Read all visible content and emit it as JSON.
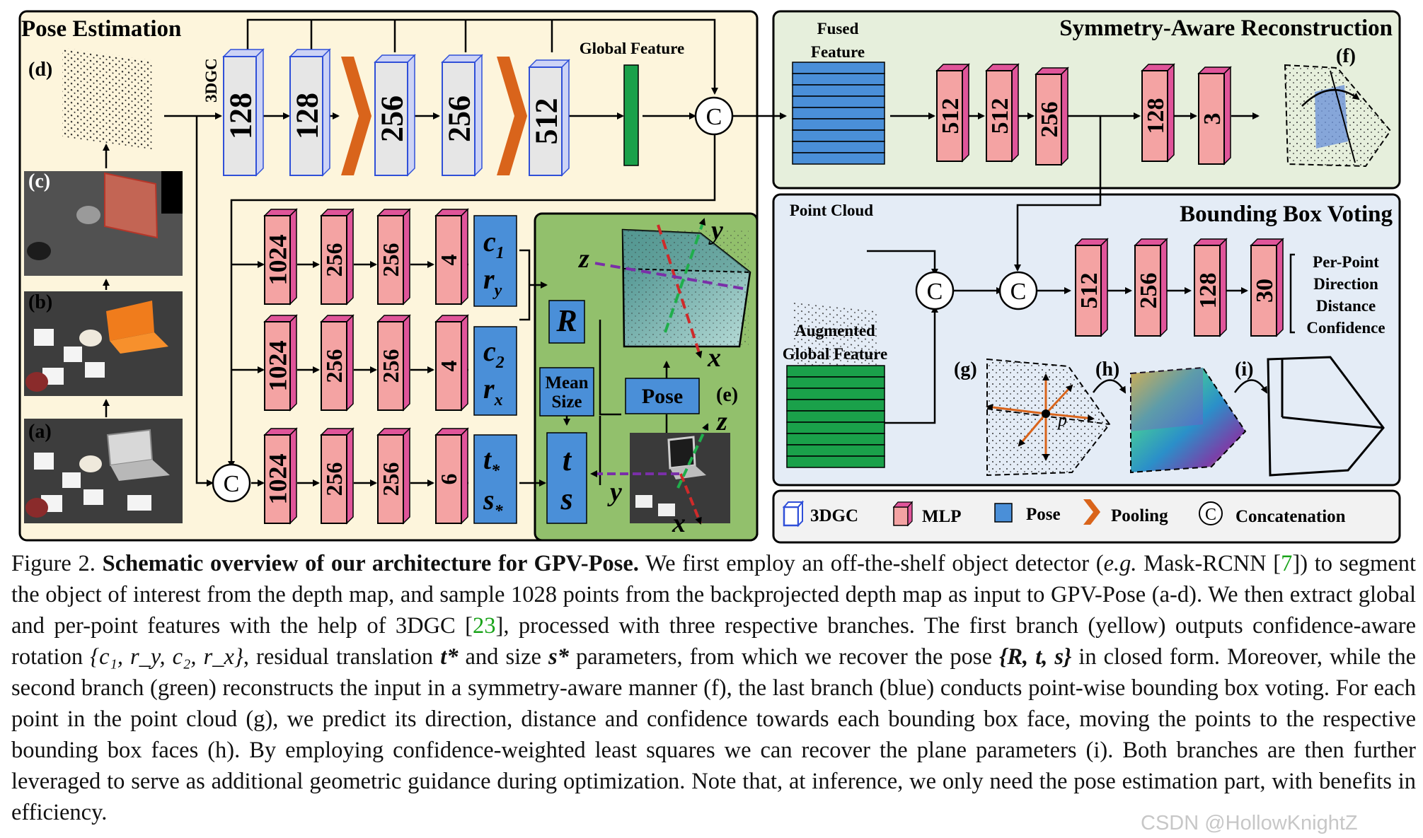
{
  "panels": {
    "pose": {
      "title": "Pose Estimation"
    },
    "sym": {
      "title": "Symmetry-Aware Reconstruction"
    },
    "bbv": {
      "title": "Bounding Box Voting"
    }
  },
  "labels": {
    "d": "(d)",
    "c": "(c)",
    "b": "(b)",
    "a": "(a)",
    "e": "(e)",
    "f": "(f)",
    "g": "(g)",
    "h": "(h)",
    "i": "(i)",
    "gc3d": "3DGC",
    "global_feature": "Global Feature",
    "fused1": "Fused",
    "fused2": "Feature",
    "point_cloud": "Point Cloud",
    "aug1": "Augmented",
    "aug2": "Global Feature",
    "c_node": "C",
    "R": "R",
    "t": "t",
    "s": "s",
    "pose_btn": "Pose",
    "mean1": "Mean",
    "mean2": "Size",
    "axis_x": "x",
    "axis_y": "y",
    "axis_z": "z",
    "p": "p",
    "c1": "c",
    "c1sub": "1",
    "ry": "r",
    "rysub": "y",
    "c2": "c",
    "c2sub": "2",
    "rx": "r",
    "rxsub": "x",
    "ts": "t",
    "tssub": "*",
    "ss": "s",
    "sssub": "*"
  },
  "outputs": [
    "Per-Point",
    "Direction",
    "Distance",
    "Confidence"
  ],
  "encoder": [
    "128",
    "128",
    "256",
    "256",
    "512"
  ],
  "branches": [
    [
      "1024",
      "256",
      "256",
      "4"
    ],
    [
      "1024",
      "256",
      "256",
      "4"
    ],
    [
      "1024",
      "256",
      "256",
      "6"
    ]
  ],
  "recon": [
    "512",
    "512",
    "256",
    "128",
    "3"
  ],
  "bbv_mlp": [
    "512",
    "256",
    "128",
    "30"
  ],
  "legend": {
    "gc": "3DGC",
    "mlp": "MLP",
    "pose": "Pose",
    "pool": "Pooling",
    "concat": "Concatenation"
  },
  "caption": {
    "fig": "Figure 2.",
    "title": "Schematic overview of our architecture for GPV-Pose.",
    "t1": "We first employ an off-the-shelf object detector (",
    "eg": "e.g.",
    "t2": " Mask-RCNN [",
    "ref1": "7",
    "t3": "]) to segment the object of interest from the depth map, and sample 1028 points from the backprojected depth map as input to GPV-Pose (a-d). We then extract global and per-point features with the help of 3DGC [",
    "ref2": "23",
    "t4": "], processed with three respective branches. The first branch (yellow) outputs confidence-aware rotation ",
    "m1": "{c₁, r_y, c₂, r_x}",
    "t5": ", residual translation ",
    "m2": "t*",
    "t6": " and size ",
    "m3": "s*",
    "t7": " parameters, from which we recover the pose ",
    "m4": "{R, t, s}",
    "t8": " in closed form. Moreover, while the second branch (green) reconstructs the input in a symmetry-aware manner (f), the last branch (blue) conducts point-wise bounding box voting. For each point in the point cloud (g), we predict its direction, distance and confidence towards each bounding box face, moving the points to the respective bounding box faces (h). By employing confidence-weighted least squares we can recover the plane parameters (i). Both branches are then further leveraged to serve as additional geometric guidance during optimization. Note that, at inference, we only need the pose estimation part, with benefits in efficiency."
  },
  "watermark": "CSDN @HollowKnightZ",
  "colors": {
    "yellow": "#fdf5dc",
    "green_panel": "#e6efdc",
    "blue_panel": "#e4ecf6",
    "pose_green": "#92c06c",
    "mlp": "#f4a3a3",
    "mlp_side": "#e0559a",
    "gc": "#e6e6e6",
    "gc_side": "#2f4fd8",
    "pose_blue": "#4a8fd8",
    "pool": "#d9641b",
    "feat_green": "#1aa14a"
  }
}
